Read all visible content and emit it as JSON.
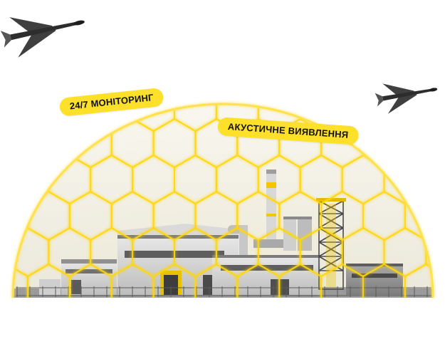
{
  "badges": {
    "monitoring": "24/7 МОНІТОРИНГ",
    "acoustic": "АКУСТИЧНЕ ВИЯВЛЕННЯ"
  },
  "colors": {
    "accent": "#fde02a",
    "dome_glow": "#ffd60a",
    "background": "#ffffff"
  },
  "icons": [
    "drone-icon",
    "drone-icon",
    "protective-dome",
    "factory-illustration"
  ]
}
